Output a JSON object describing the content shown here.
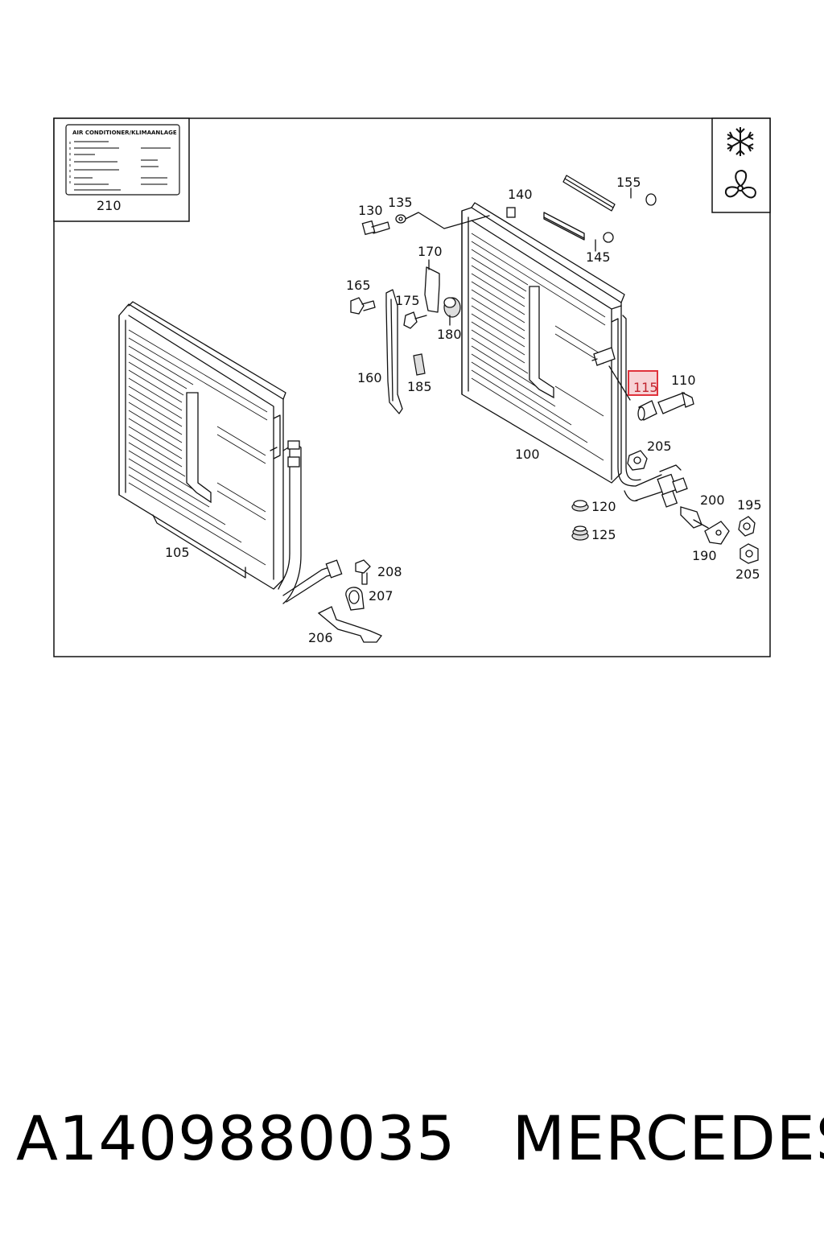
{
  "diagram": {
    "label_plate": {
      "title": "AIR CONDITIONER/KLIMAANLAGE",
      "part_number": "210"
    },
    "icons": [
      "snowflake-icon",
      "fan-icon"
    ],
    "highlight_color": "#e0323c",
    "highlighted_part": "115",
    "parts": {
      "p100": "100",
      "p105": "105",
      "p110": "110",
      "p115": "115",
      "p120": "120",
      "p125": "125",
      "p130": "130",
      "p135": "135",
      "p140": "140",
      "p145": "145",
      "p155": "155",
      "p160": "160",
      "p165": "165",
      "p170": "170",
      "p175": "175",
      "p180": "180",
      "p185": "185",
      "p190": "190",
      "p195": "195",
      "p200": "200",
      "p205a": "205",
      "p205b": "205",
      "p206": "206",
      "p207": "207",
      "p208": "208"
    }
  },
  "caption": {
    "part_number": "A1409880035",
    "brand": "MERCEDES"
  }
}
